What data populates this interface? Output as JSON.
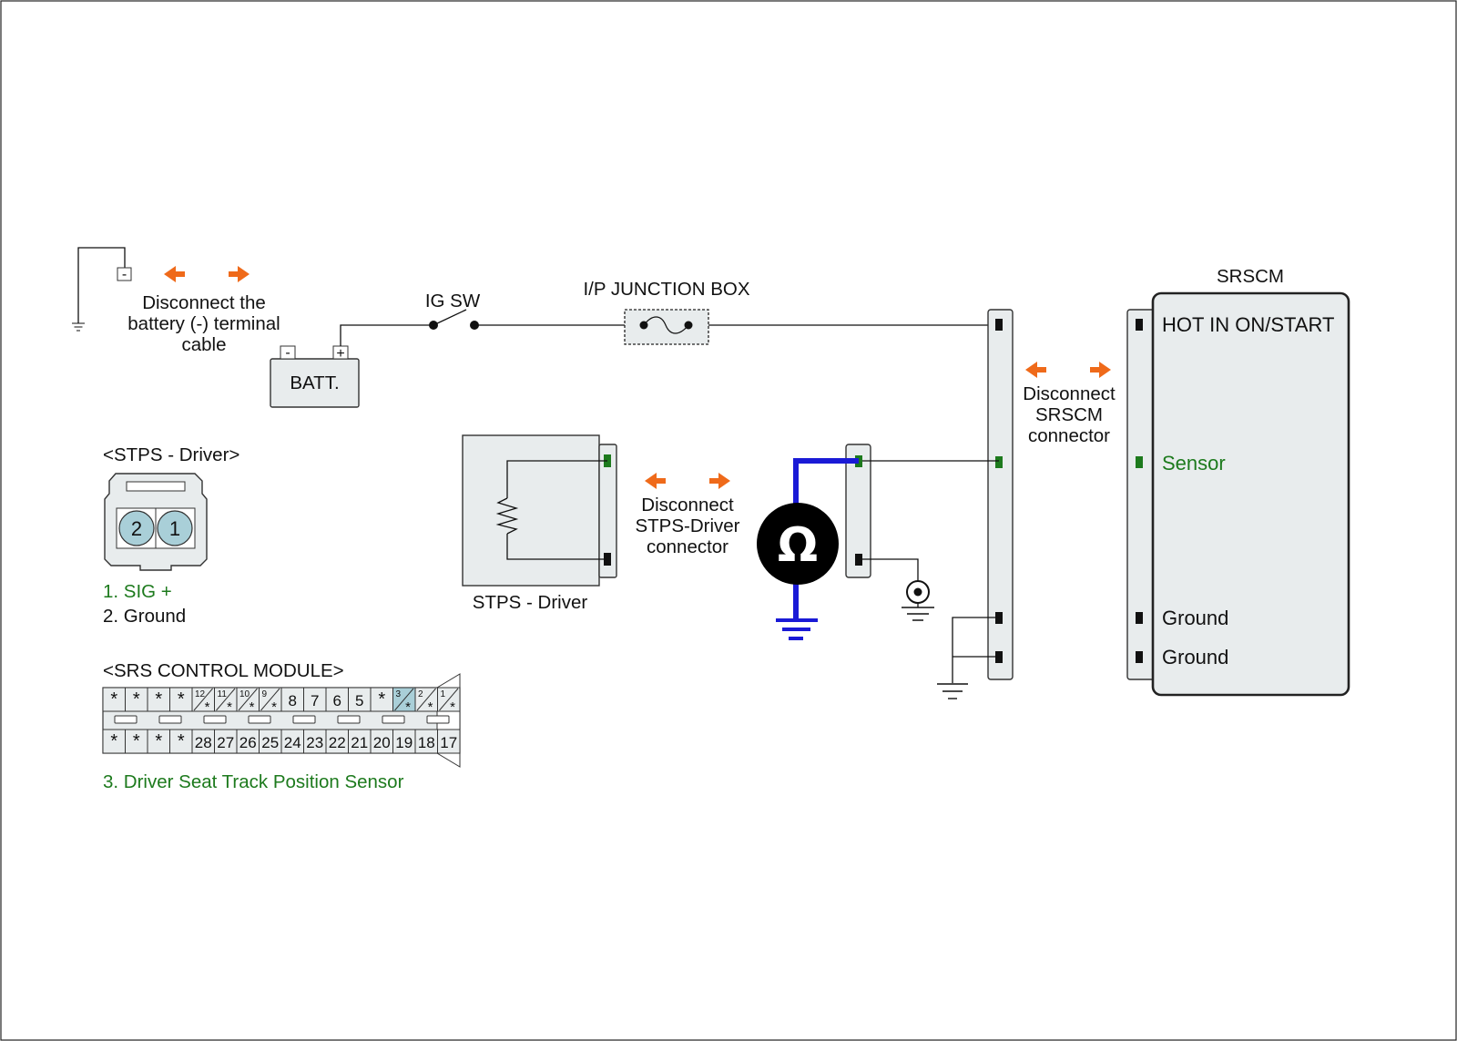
{
  "colors": {
    "arrow": "#ef6a1a",
    "signal": "#1d7a1d",
    "meter_lead": "#1a1ad6",
    "panel_fill": "#e8eced",
    "pin_highlight": "#a9cfd8"
  },
  "battery": {
    "label": "BATT.",
    "neg_symbol": "-",
    "pos_symbol": "+",
    "disconnect_note": [
      "Disconnect the",
      "battery (-) terminal",
      "cable"
    ]
  },
  "ig_switch": {
    "label": "IG SW"
  },
  "junction_box": {
    "label": "I/P JUNCTION BOX"
  },
  "stps": {
    "title": "<STPS - Driver>",
    "pins": [
      "2",
      "1"
    ],
    "pin_legend": [
      "1. SIG +",
      "2. Ground"
    ],
    "component_label": "STPS - Driver",
    "disconnect_note": [
      "Disconnect",
      "STPS-Driver",
      "connector"
    ]
  },
  "meter": {
    "symbol": "Ω",
    "icon": "ohmmeter-icon"
  },
  "srscm": {
    "title": "SRSCM",
    "terminals": [
      "HOT IN ON/START",
      "Sensor",
      "Ground",
      "Ground"
    ],
    "disconnect_note": [
      "Disconnect",
      "SRSCM",
      "connector"
    ]
  },
  "srs_module": {
    "title": "<SRS CONTROL MODULE>",
    "top_row": [
      "*",
      "*",
      "*",
      "*",
      "12",
      "11",
      "10",
      "9",
      "8",
      "7",
      "6",
      "5",
      "*",
      "3",
      "2",
      "1"
    ],
    "top_row_starred": [
      false,
      false,
      false,
      false,
      true,
      true,
      true,
      true,
      false,
      false,
      false,
      false,
      false,
      true,
      true,
      true
    ],
    "highlighted_pin": "3",
    "bottom_row": [
      "*",
      "*",
      "*",
      "*",
      "28",
      "27",
      "26",
      "25",
      "24",
      "23",
      "22",
      "21",
      "20",
      "19",
      "18",
      "17"
    ],
    "caption": "3. Driver Seat Track Position Sensor"
  }
}
